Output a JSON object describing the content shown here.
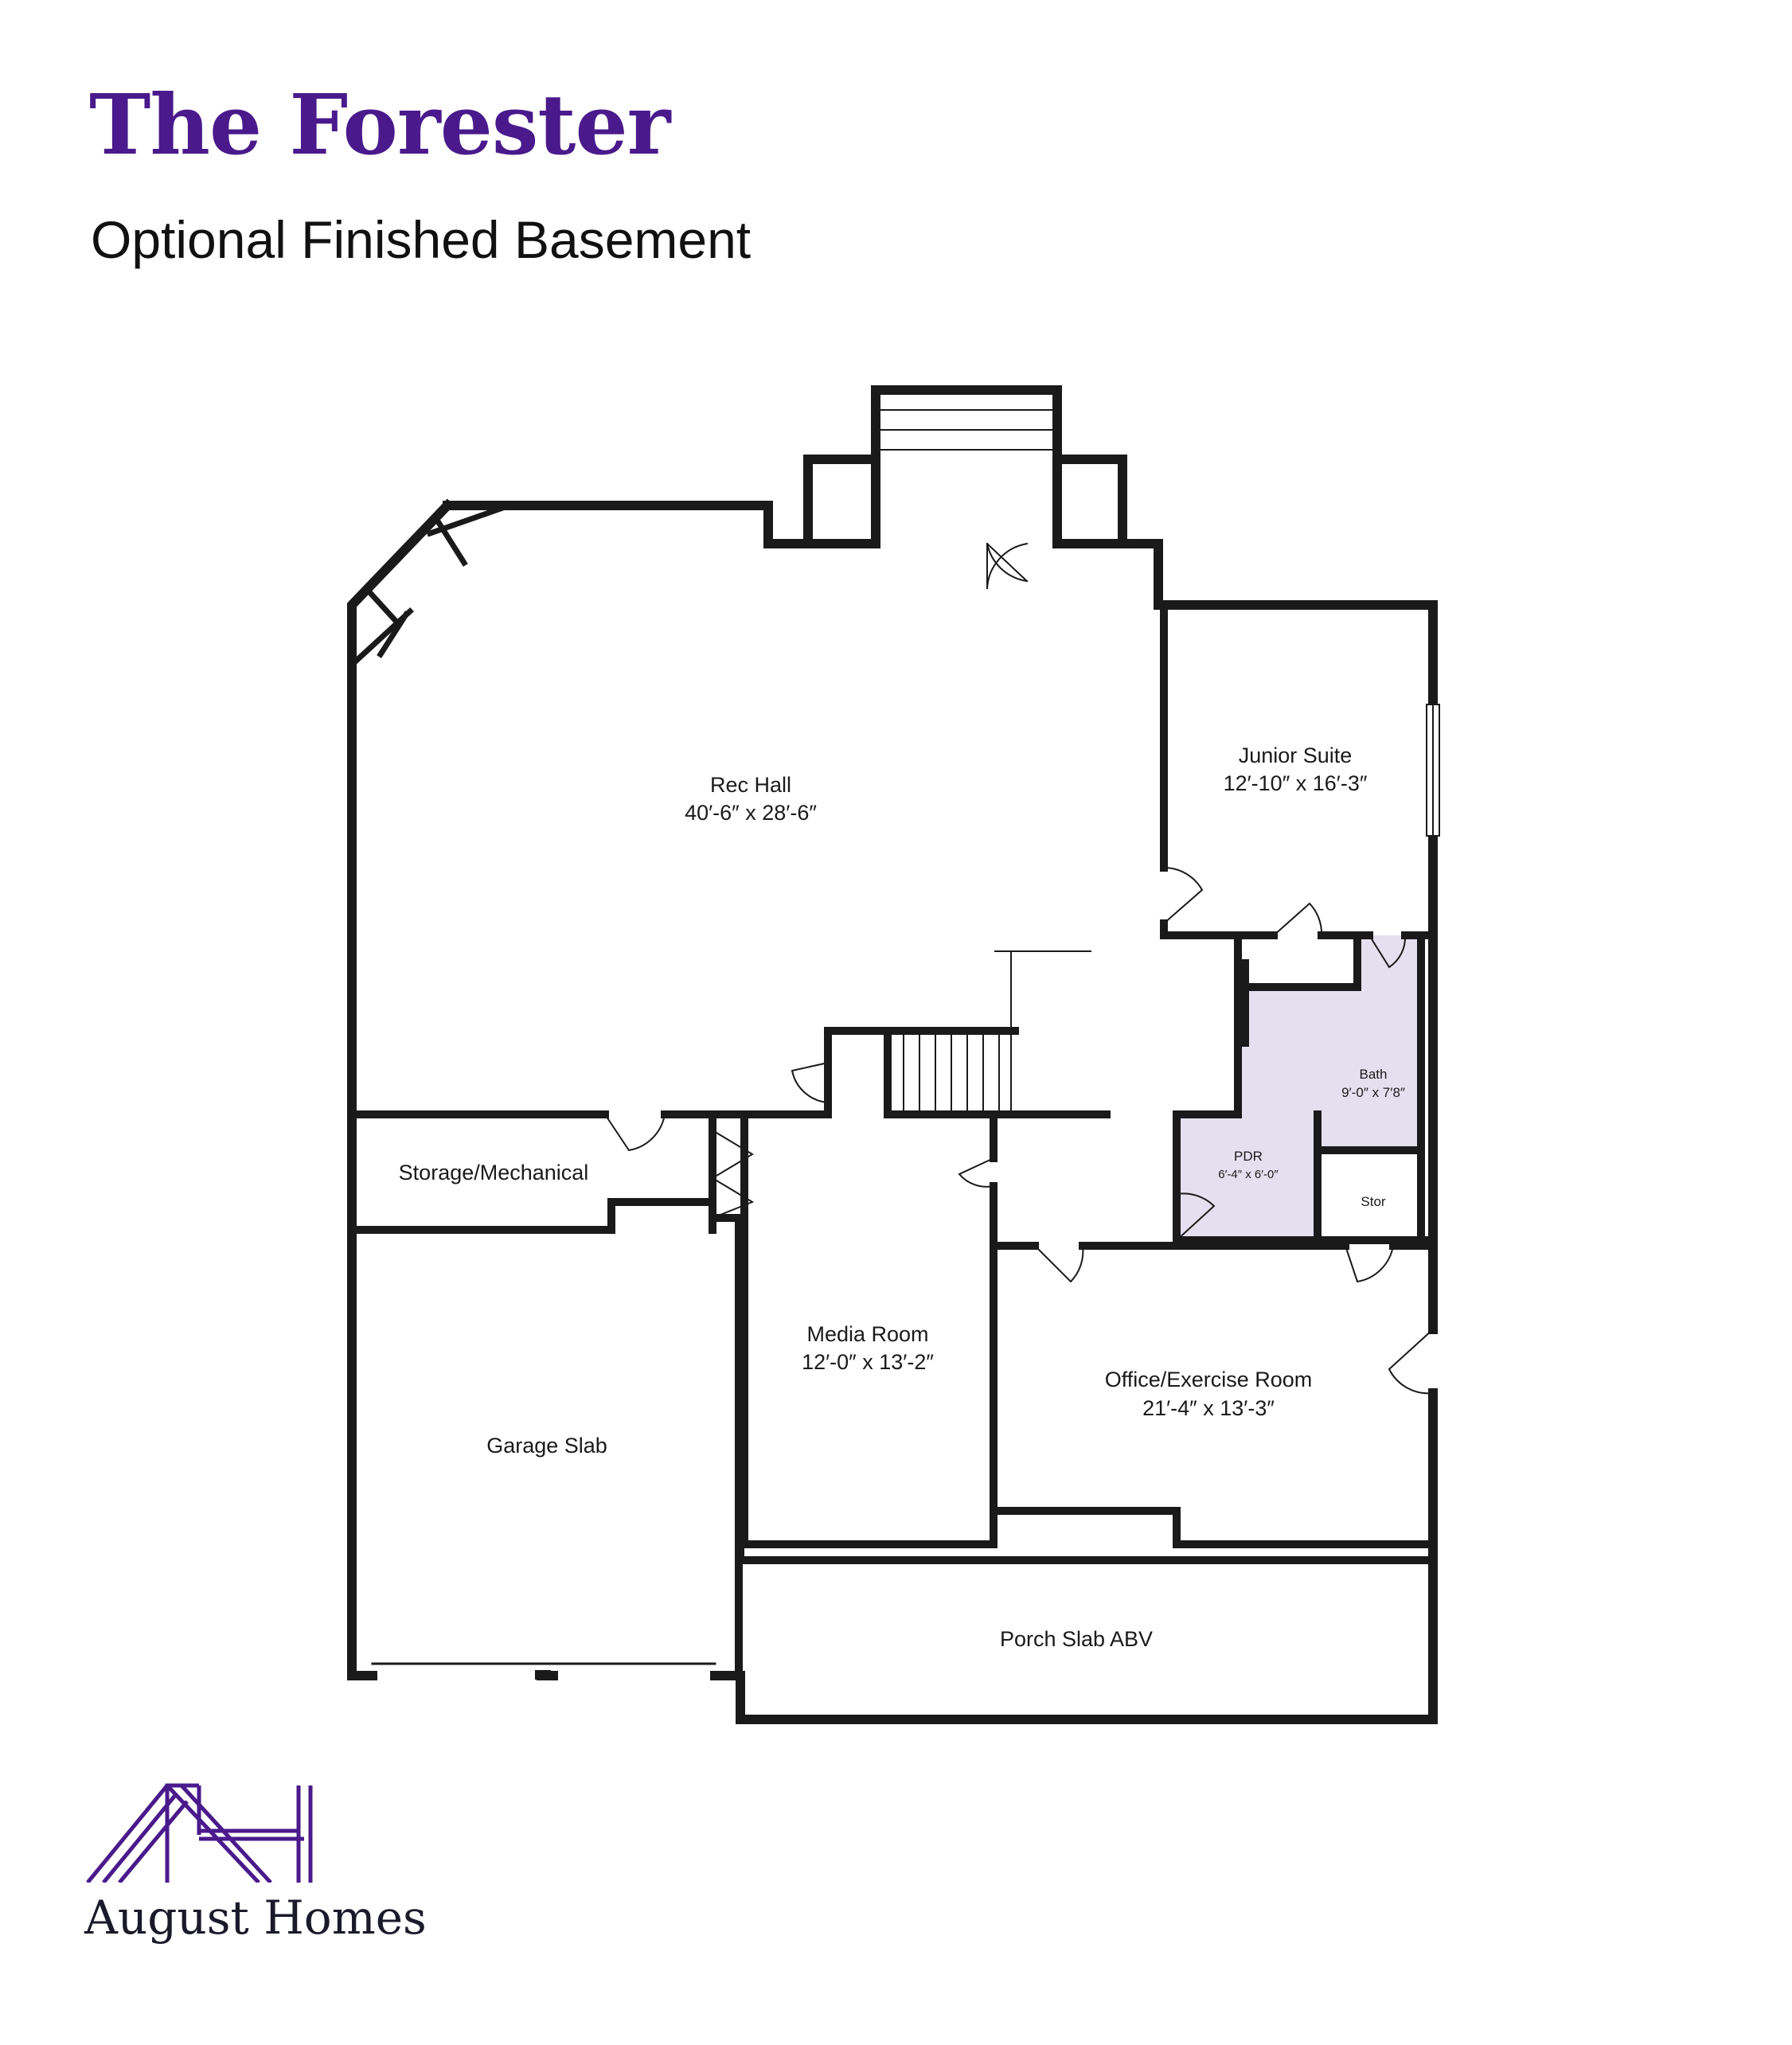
{
  "header": {
    "title": "The Forester",
    "subtitle": "Optional Finished Basement"
  },
  "rooms": {
    "rec_hall": {
      "name": "Rec Hall",
      "dims": "40′-6″ x 28′-6″"
    },
    "junior_suite": {
      "name": "Junior Suite",
      "dims": "12′-10″ x 16′-3″"
    },
    "bath": {
      "name": "Bath",
      "dims": "9′-0″ x 7′8″"
    },
    "pdr": {
      "name": "PDR",
      "dims": "6′-4″ x 6′-0″"
    },
    "stor": {
      "name": "Stor"
    },
    "storage_mechanical": {
      "name": "Storage/Mechanical"
    },
    "media_room": {
      "name": "Media Room",
      "dims": "12′-0″ x 13′-2″"
    },
    "office": {
      "name": "Office/Exercise Room",
      "dims": "21′-4″ x 13′-3″"
    },
    "garage_slab": {
      "name": "Garage Slab"
    },
    "porch_slab": {
      "name": "Porch Slab ABV"
    }
  },
  "colors": {
    "brand_purple": "#4a1a8c",
    "wall": "#1a1a1a",
    "wet_room_fill": "#e4e0ef"
  },
  "footer": {
    "brand": "August Homes",
    "logo_icon": "ah-monogram-icon"
  }
}
